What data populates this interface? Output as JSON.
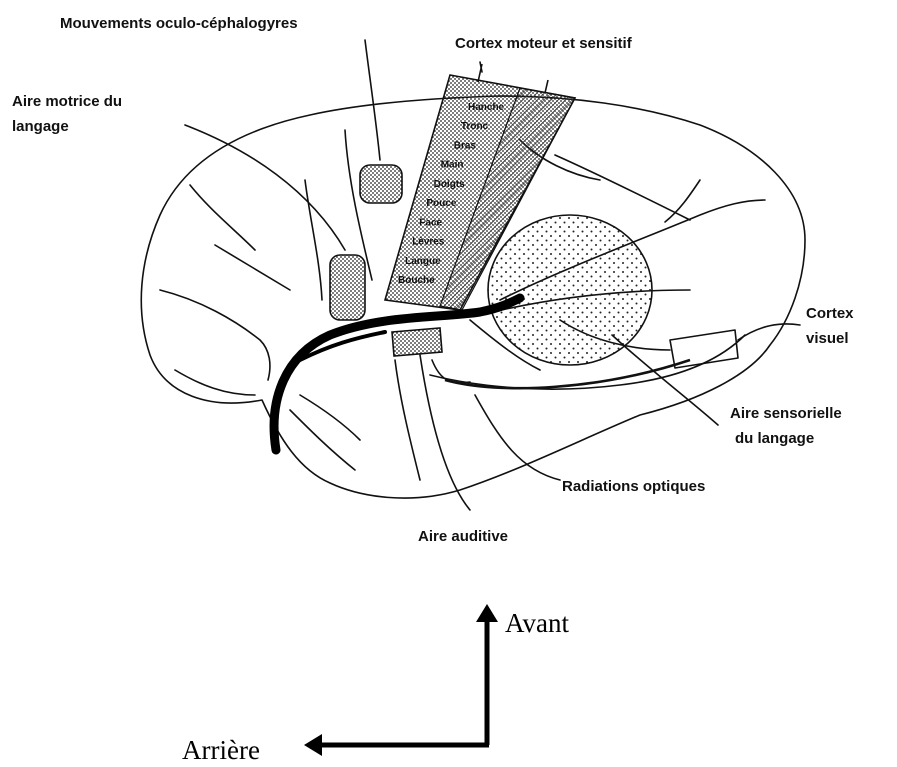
{
  "labels": {
    "oculo": "Mouvements oculo-céphalogyres",
    "cortex_moteur": "Cortex moteur et sensitif",
    "aire_motrice_line1": "Aire motrice du",
    "aire_motrice_line2": "langage",
    "cortex_visuel_line1": "Cortex",
    "cortex_visuel_line2": "visuel",
    "aire_sensorielle_line1": "Aire sensorielle",
    "aire_sensorielle_line2": "du langage",
    "radiations": "Radiations optiques",
    "auditive": "Aire auditive"
  },
  "homunculus": [
    "Hanche",
    "Tronc",
    "Bras",
    "Main",
    "Doigts",
    "Pouce",
    "Face",
    "Lèvres",
    "Langue",
    "Bouche"
  ],
  "orientation": {
    "avant": "Avant",
    "arriere": "Arrière"
  }
}
